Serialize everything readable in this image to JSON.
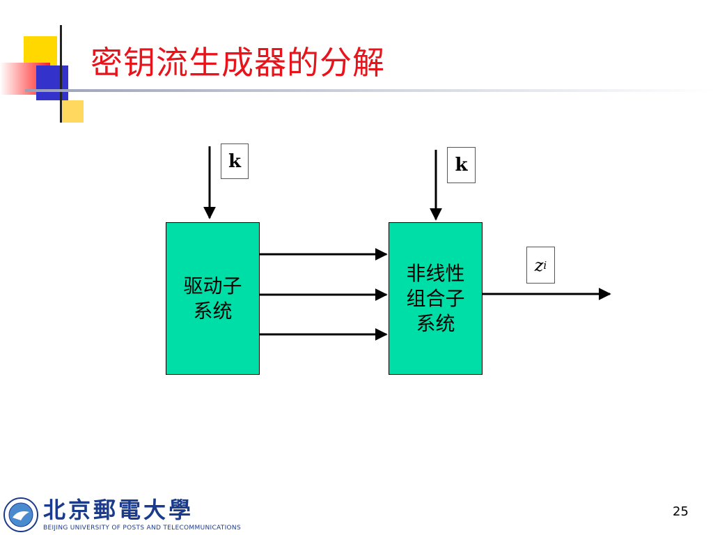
{
  "slide": {
    "title": "密钥流生成器的分解",
    "page_number": "25"
  },
  "diagram": {
    "driver_box": {
      "label": "驱动子\n系统"
    },
    "combiner_box": {
      "label": "非线性\n组合子\n系统"
    },
    "key_label_1": "k",
    "key_label_2": "k",
    "output_label": {
      "base": "z",
      "sub": "i"
    }
  },
  "logo": {
    "cn": "北京郵電大學",
    "en": "BEIJING UNIVERSITY OF POSTS AND TELECOMMUNICATIONS"
  },
  "colors": {
    "title": "#e8141c",
    "box_fill": "#00dea8",
    "logo": "#1a3a8c"
  }
}
